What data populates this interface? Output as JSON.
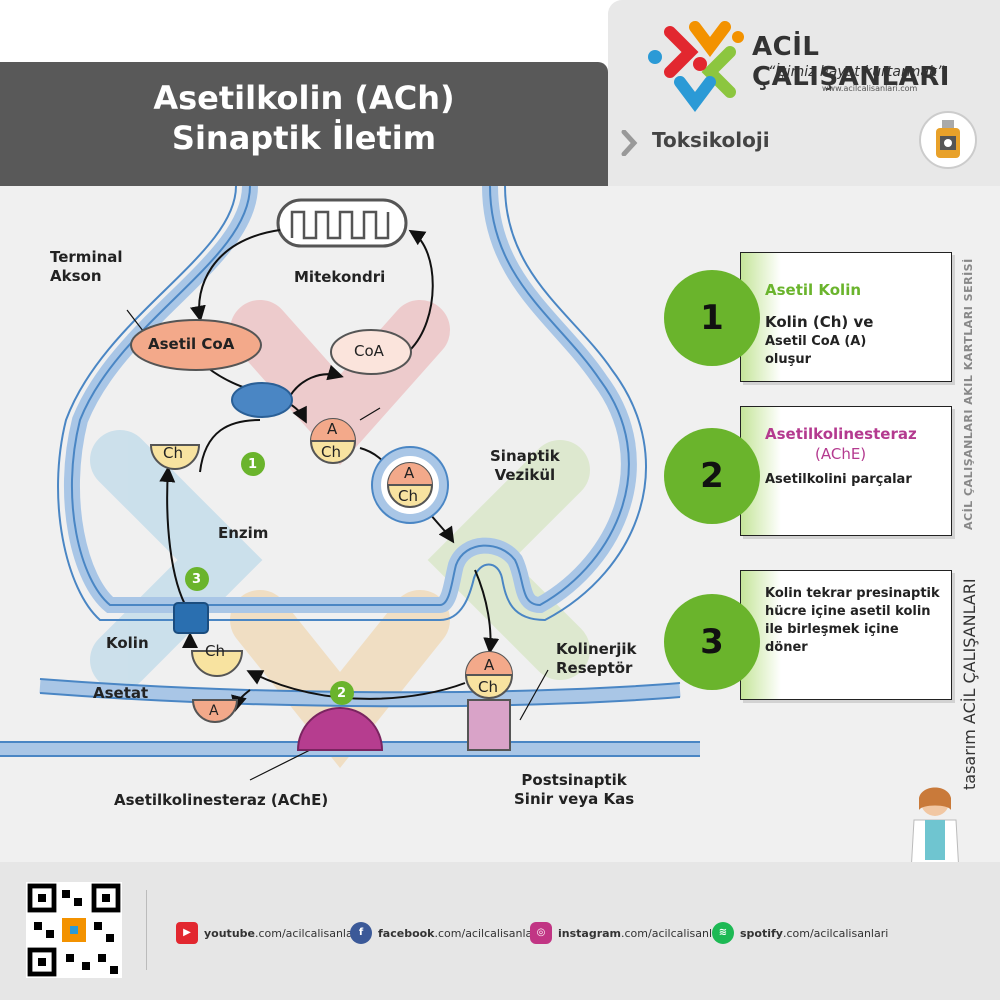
{
  "header": {
    "title_line1": "Asetilkolin (ACh)",
    "title_line2": "Sinaptik İletim"
  },
  "brand": {
    "name": "ACİL ÇALIŞANLARI",
    "slogan": "“İşimiz hayat kurtarmak”",
    "url": "www.acilcalisanlari.com",
    "category": "Toksikoloji"
  },
  "diagram": {
    "terminal_akson": "Terminal\nAkson",
    "terminal_akson_1": "Terminal",
    "terminal_akson_2": "Akson",
    "mitekondri": "Mitekondri",
    "asetil_coa": "Asetil CoA",
    "coa": "CoA",
    "molecule_a": "A",
    "molecule_ch": "Ch",
    "sinaptik_vezikul_1": "Sinaptik",
    "sinaptik_vezikul_2": "Vezikül",
    "enzim": "Enzim",
    "kolin": "Kolin",
    "asetat": "Asetat",
    "kolinerjik_1": "Kolinerjik",
    "kolinerjik_2": "Reseptör",
    "ache": "Asetilkolinesteraz (AChE)",
    "postsinaptik_1": "Postsinaptik",
    "postsinaptik_2": "Sinir veya Kas",
    "badge_1": "1",
    "badge_2": "2",
    "badge_3": "3"
  },
  "steps": [
    {
      "number": "1",
      "title": "Asetil Kolin",
      "body_1": "Kolin (Ch) ve",
      "body_2": "Asetil CoA (A)",
      "body_3": "oluşur"
    },
    {
      "number": "2",
      "title": "Asetilkolinesteraz",
      "title_2": "(AChE)",
      "body_1": "Asetilkolini parçalar"
    },
    {
      "number": "3",
      "body_1": "Kolin tekrar presinaptik",
      "body_2": "hücre içine asetil kolin",
      "body_3": "ile birleşmek içine",
      "body_4": "döner"
    }
  ],
  "side": {
    "series": "ACİL ÇALIŞANLARI AKIL KARTLARI SERİSİ",
    "design": "tasarım ACİL ÇALIŞANLARI"
  },
  "footer": {
    "youtube_bold": "youtube",
    "youtube_rest": ".com/acilcalisanlari",
    "facebook_bold": "facebook",
    "facebook_rest": ".com/acilcalisanlari",
    "instagram_bold": "instagram",
    "instagram_rest": ".com/acilcalisanlari",
    "spotify_bold": "spotify",
    "spotify_rest": ".com/acilcalisanlari"
  },
  "colors": {
    "membrane": "#a9c6e6",
    "membrane_stroke": "#4a86c4",
    "green": "#6ab42c",
    "salmon": "#f3a98a",
    "yellow": "#f8e3a0",
    "magenta": "#b63d8f",
    "pink": "#d9a3c8",
    "ache_title": "#b43a8f"
  }
}
